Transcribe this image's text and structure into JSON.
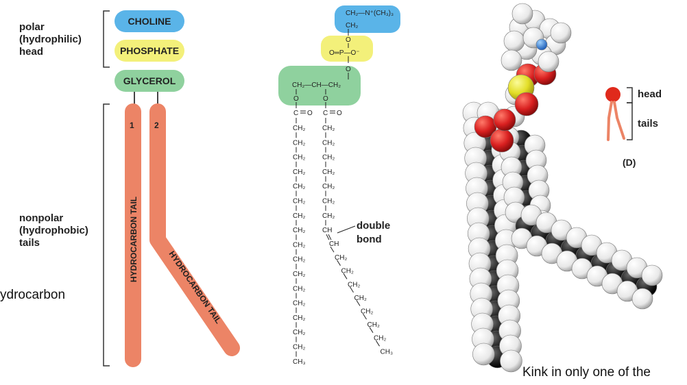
{
  "left": {
    "polar_label": [
      "polar",
      "(hydrophilic)",
      "head"
    ],
    "nonpolar_label": [
      "nonpolar",
      "(hydrophobic)",
      "tails"
    ],
    "side_text": "ydrocarbon",
    "head_groups": [
      "CHOLINE",
      "PHOSPHATE",
      "GLYCEROL"
    ],
    "tail_numbers": [
      "1",
      "2"
    ],
    "tail_labels": [
      "HYDROCARBON TAIL",
      "HYDROCARBON TAIL"
    ]
  },
  "formula": {
    "choline_lines": [
      "CH₂—N⁺(CH₃)₃",
      "CH₂"
    ],
    "phosphate_line": "O═P—O⁻",
    "glycerol_line": "CH₂—CH—CH₂",
    "atoms": [
      "O",
      "C",
      "O",
      "CH",
      "CH₂",
      "CH₃"
    ],
    "double_bond_label": [
      "double",
      "bond"
    ]
  },
  "legend": {
    "head_label": "head",
    "tails_label": "tails",
    "panel_letter": "(D)"
  },
  "caption": "Kink in only one of the",
  "colors": {
    "choline": "#5ab4e8",
    "phosphate": "#f3f07a",
    "glycerol": "#8fd19e",
    "tail": "#ec8466"
  }
}
